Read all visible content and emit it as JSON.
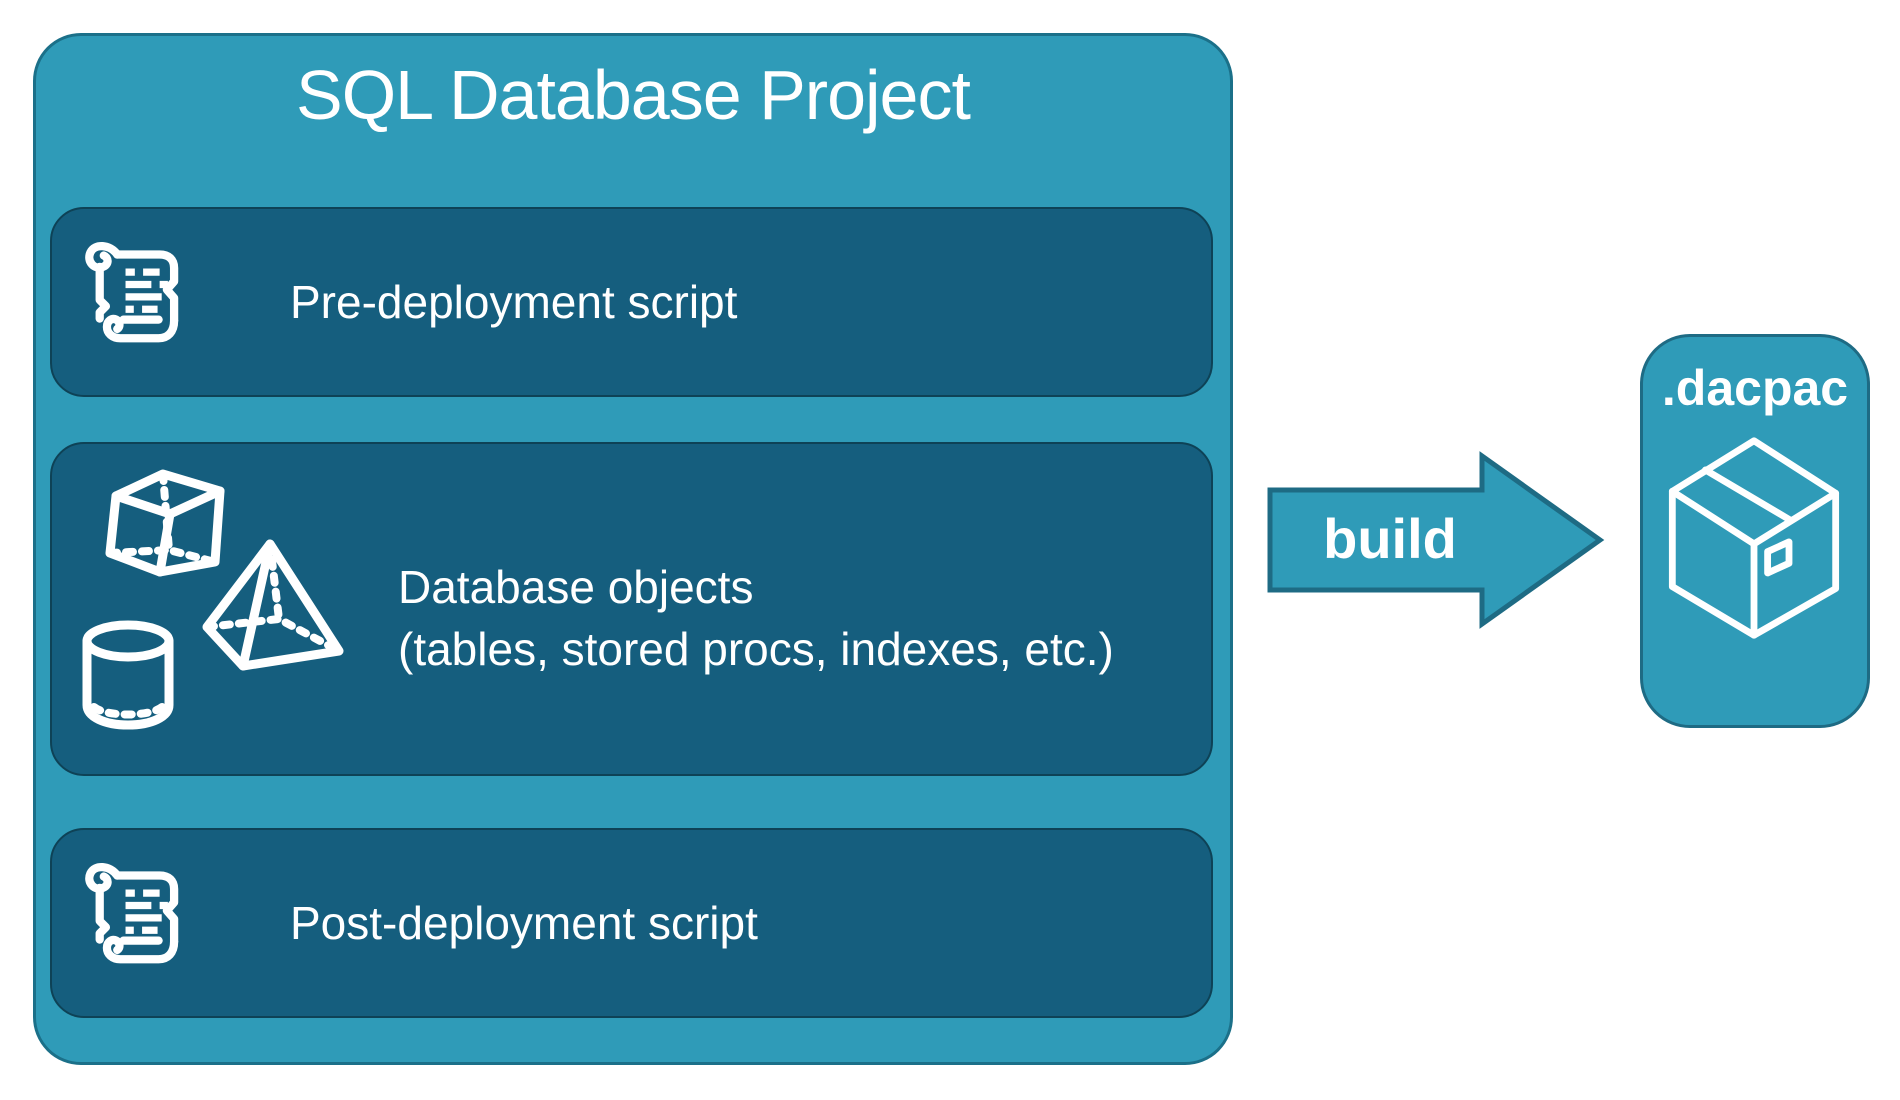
{
  "diagram": {
    "project": {
      "title": "SQL Database Project",
      "items": [
        {
          "label": "Pre-deployment script",
          "icon": "scroll-icon"
        },
        {
          "label_line1": "Database objects",
          "label_line2": "(tables, stored procs, indexes, etc.)",
          "icons": [
            "cube-icon",
            "pyramid-icon",
            "cylinder-icon"
          ]
        },
        {
          "label": "Post-deployment script",
          "icon": "scroll-icon"
        }
      ]
    },
    "arrow": {
      "label": "build"
    },
    "artifact": {
      "title": ".dacpac",
      "icon": "package-icon"
    }
  },
  "colors": {
    "teal": "#2F9BB8",
    "teal_border": "#1B7089",
    "panel_dark": "#155E7E",
    "panel_border": "#0E4256",
    "arrow_border": "#1E6B84",
    "text": "#FFFFFF",
    "canvas": "#FFFFFF"
  }
}
